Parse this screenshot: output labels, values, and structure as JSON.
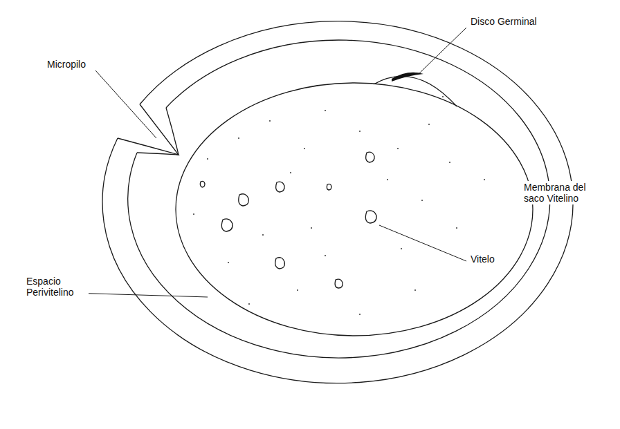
{
  "diagram": {
    "labels": [
      "Disco Germinal",
      "Micropilo",
      "Membrana del saco Vitelino",
      "Vitelo",
      "Espacio Perivitelino"
    ]
  }
}
